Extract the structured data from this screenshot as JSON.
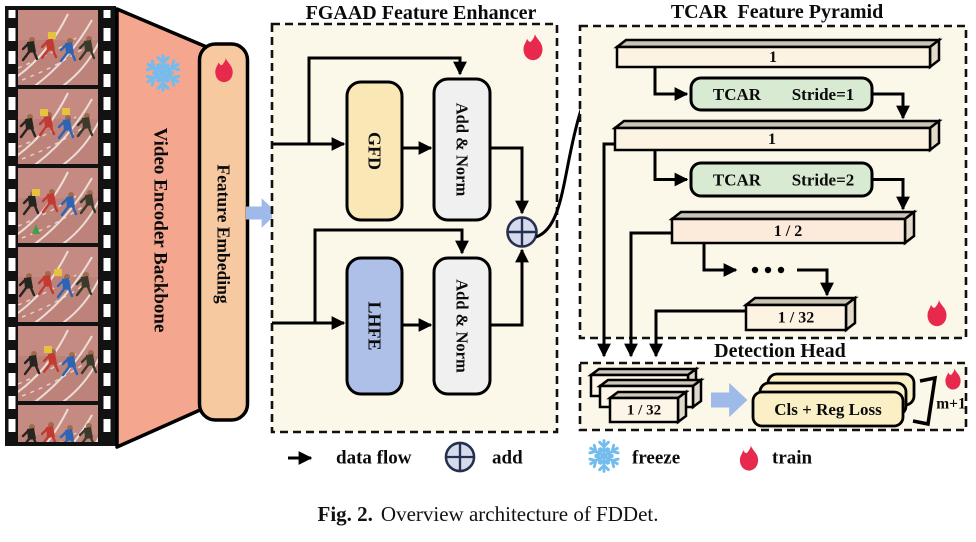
{
  "blocks": {
    "backbone": "Video Encoder Backbone",
    "embedding": "Feature Embeding",
    "gfd": "GFD",
    "add_norm_1": "Add & Norm",
    "lhfe": "LHFE",
    "add_norm_2": "Add & Norm"
  },
  "panels": {
    "fgaad_title": "FGAAD Feature Enhancer",
    "tcar_title": "TCAR  Feature Pyramid",
    "detection_title": "Detection Head"
  },
  "pyramid": {
    "bar1": "1",
    "tcar1": "TCAR",
    "stride1": "Stride=1",
    "bar2": "1",
    "tcar2": "TCAR",
    "stride2": "Stride=2",
    "bar3": "1 / 2",
    "bar4": "1 / 32"
  },
  "detection": {
    "feature_map": "1 / 32",
    "loss": "Cls + Reg Loss",
    "count": "m+1"
  },
  "legend": {
    "data_flow": "data flow",
    "add": "add",
    "freeze": "freeze",
    "train": "train"
  },
  "caption": {
    "label": "Fig. 2.",
    "text": "Overview architecture of FDDet."
  },
  "colors": {
    "panel_bg": "#FBF7E9",
    "backbone": "#F4A68E",
    "embedding": "#F7C9A0",
    "gfd": "#FAE7B6",
    "lhfe": "#AEC0E8",
    "add_norm": "#F0F0F0",
    "tcar_green": "#D8EBD2",
    "bar_face": "#FDF3E3",
    "loss_card": "#FBEFC6",
    "blue_arrow": "#9FB9E8",
    "fire": "#E7294D",
    "snowflake": "#74BCEE",
    "add_circle": "#D5DBEC"
  }
}
